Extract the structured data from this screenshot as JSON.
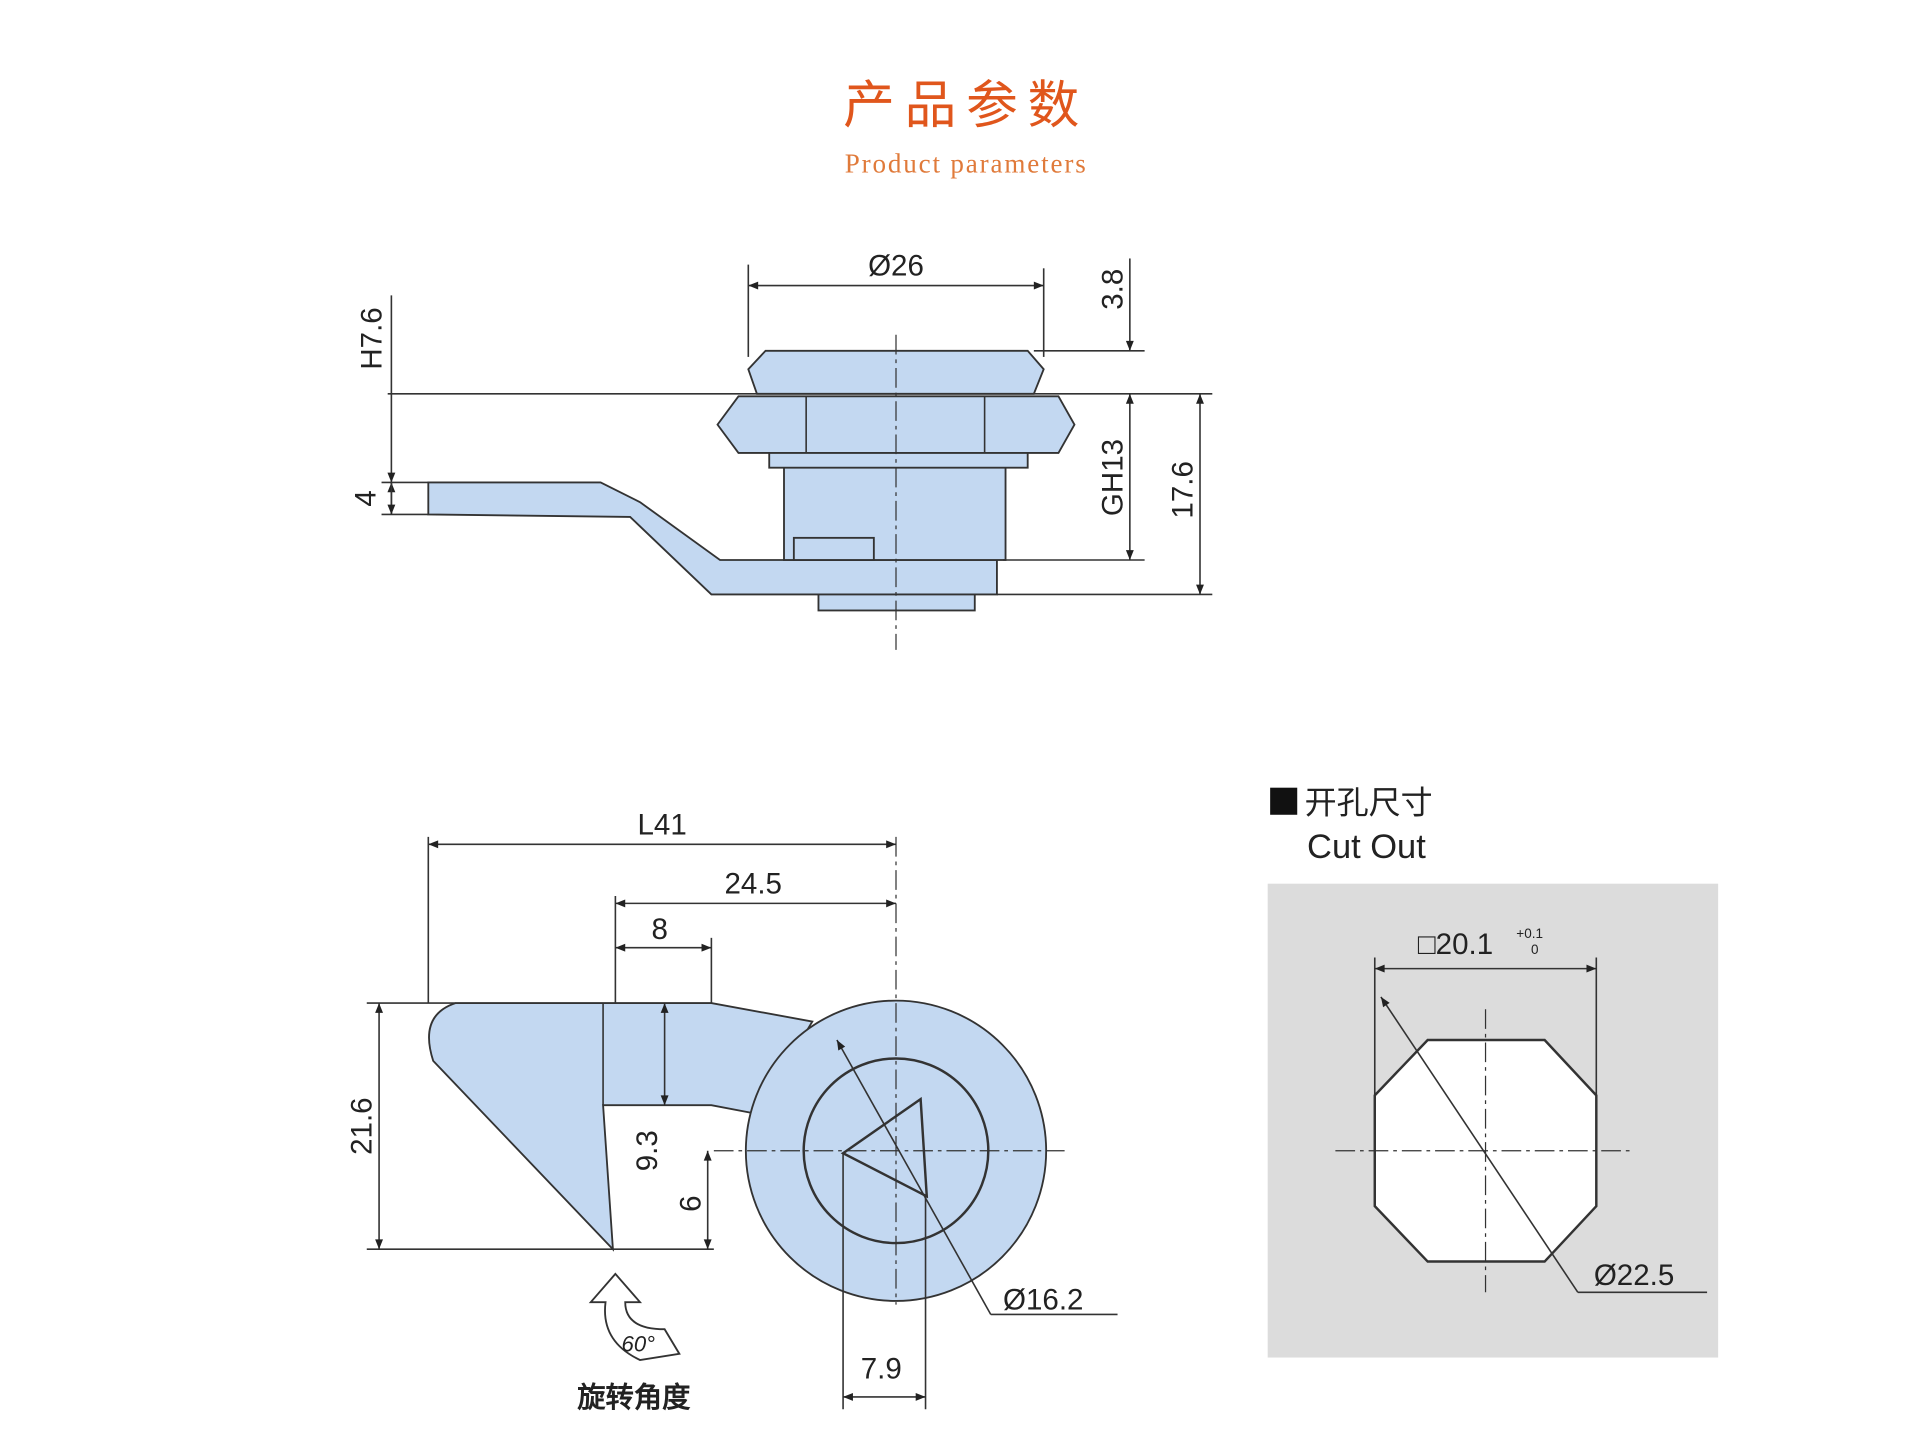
{
  "header": {
    "title_cn": "产品参数",
    "title_en": "Product parameters",
    "accent_color": "#e0561c",
    "subtitle_color": "#e07a3a"
  },
  "side_view": {
    "dia_cap": "Ø26",
    "cap_height": "3.8",
    "h": "H7.6",
    "arm_thickness": "4",
    "gh": "GH13",
    "total_height": "17.6"
  },
  "front_view": {
    "length": "L41",
    "offset": "24.5",
    "width": "8",
    "height": "21.6",
    "arm_height": "9.3",
    "lower": "6",
    "dia_inner": "Ø16.2",
    "triangle": "7.9",
    "angle": "60°",
    "rotation_label": "旋转角度"
  },
  "cutout": {
    "title_cn": "开孔尺寸",
    "title_en": "Cut Out",
    "square": "□20.1",
    "tol_upper": "+0.1",
    "tol_lower": "0",
    "diameter": "Ø22.5",
    "bg_color": "#dcdcdc"
  }
}
